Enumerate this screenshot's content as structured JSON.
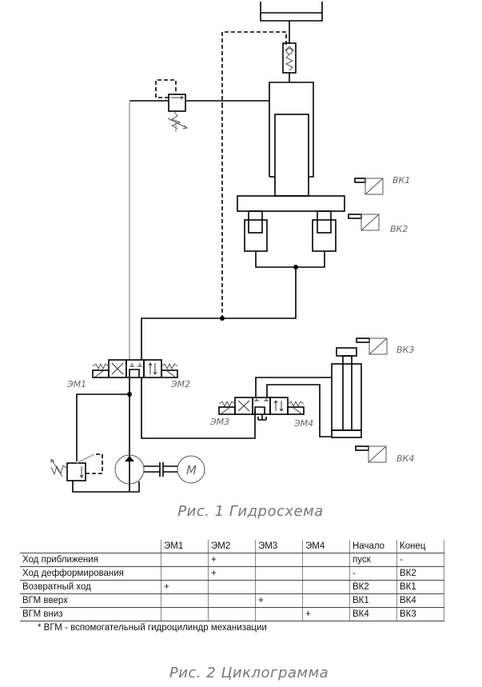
{
  "figure1": {
    "caption": "Рис.  1  Гидросхема",
    "labels": {
      "em1": "ЭМ1",
      "em2": "ЭМ2",
      "em3": "ЭМ3",
      "em4": "ЭМ4",
      "vk1": "ВК1",
      "vk2": "ВК2",
      "vk3": "ВК3",
      "vk4": "ВК4",
      "motor": "M"
    },
    "components": [
      "main-hydraulic-cylinder",
      "return-cylinders",
      "pressure-relief-valve-top",
      "check-valve",
      "directional-valve-1",
      "directional-valve-2",
      "auxiliary-cylinder",
      "pump",
      "motor",
      "pressure-relief-valve-bottom",
      "limit-switches"
    ]
  },
  "figure2": {
    "caption": "Рис.  2  Циклограмма",
    "table": {
      "headers": [
        "",
        "ЭМ1",
        "ЭМ2",
        "ЭМ3",
        "ЭМ4",
        "Начало",
        "Конец"
      ],
      "rows": [
        [
          "Ход приближения",
          "",
          "+",
          "",
          "",
          "пуск",
          "-"
        ],
        [
          "Ход дефформирования",
          "",
          "+",
          "",
          "",
          "-",
          "ВК2"
        ],
        [
          "Возвратный ход",
          "+",
          "",
          "",
          "",
          "ВК2",
          "ВК1"
        ],
        [
          "ВГМ вверх",
          "",
          "",
          "+",
          "",
          "ВК1",
          "ВК4"
        ],
        [
          "ВГМ вниз",
          "",
          "",
          "",
          "+",
          "ВК4",
          "ВК3"
        ]
      ],
      "footnote": "* ВГМ - вспомогательный гидроцилиндр механизации"
    }
  }
}
